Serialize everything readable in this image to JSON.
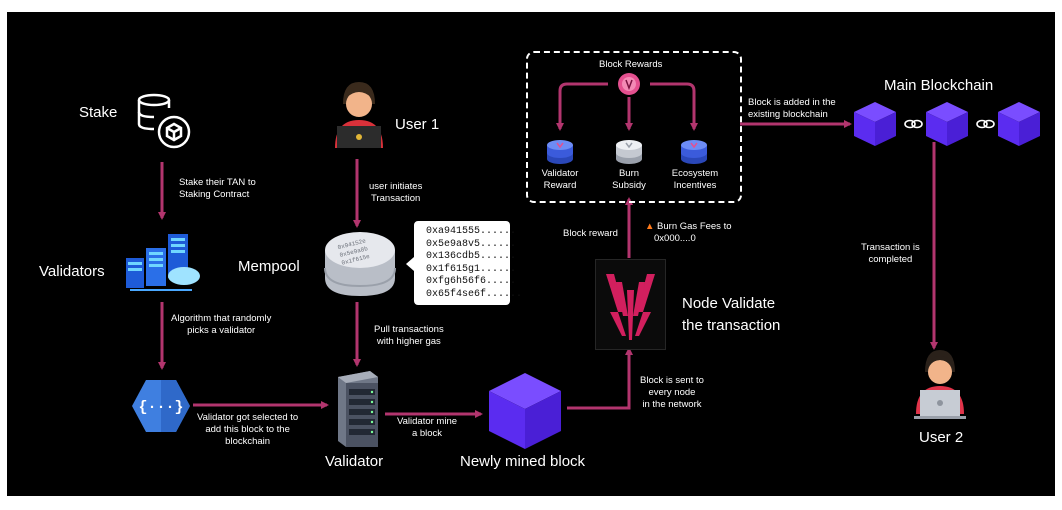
{
  "colors": {
    "background": "#000000",
    "arrow": "#b2356e",
    "box_border": "#ffffff",
    "cube": "#5b2cf0",
    "coin_blue": "#3b5bdb",
    "coin_white": "#d0d4dc",
    "accent_red": "#d21f5e"
  },
  "stake": {
    "label": "Stake",
    "note_line1": "Stake their TAN to",
    "note_line2": "Staking Contract",
    "icon": "database-cube-icon"
  },
  "validators": {
    "label": "Validators",
    "icon": "server-rack-icon",
    "note_line1": "Algorithm that randomly",
    "note_line2": "picks a validator"
  },
  "user1": {
    "label": "User 1",
    "icon": "user-laptop-icon",
    "note_line1": "user initiates",
    "note_line2": "Transaction"
  },
  "mempool": {
    "label": "Mempool",
    "hashes": [
      "0xa941555......",
      "0x5e9a8v5......",
      "0x136cdb5......",
      "0x1f615g1......",
      "0xfg6h56f6.....",
      "0x65f4se6f......"
    ],
    "pull_line1": "Pull transactions",
    "pull_line2": "with higher gas"
  },
  "selector": {
    "icon": "function-hexagon-icon",
    "note_line1": "Validator got selected to",
    "note_line2": "add this block to the",
    "note_line3": "blockchain"
  },
  "validator": {
    "label": "Validator",
    "icon": "server-tower-icon",
    "mine_line1": "Validator mine",
    "mine_line2": "a block"
  },
  "mined_block": {
    "label": "Newly mined block",
    "icon": "purple-cube-icon"
  },
  "node": {
    "label_line1": "Node Validate",
    "label_line2": "the transaction",
    "icon": "node-logo-icon",
    "sent_line1": "Block is sent to",
    "sent_line2": "every node",
    "sent_line3": "in the network"
  },
  "rewards": {
    "title": "Block Rewards",
    "icon": "reward-token-icon",
    "items": [
      {
        "line1": "Validator",
        "line2": "Reward",
        "icon": "blue-coin-stack-icon"
      },
      {
        "line1": "Burn",
        "line2": "Subsidy",
        "icon": "white-coin-stack-icon"
      },
      {
        "line1": "Ecosystem",
        "line2": "Incentives",
        "icon": "blue-coin-stack-icon"
      }
    ],
    "block_reward_label": "Block reward",
    "burn_line1": "Burn Gas Fees to",
    "burn_line2": "0x000....0",
    "burn_icon": "fire-icon"
  },
  "main_chain": {
    "title": "Main Blockchain",
    "added_line1": "Block is added in the",
    "added_line2": "existing blockchain",
    "completed_line1": "Transaction is",
    "completed_line2": "completed"
  },
  "user2": {
    "label": "User 2",
    "icon": "user-laptop-icon"
  }
}
